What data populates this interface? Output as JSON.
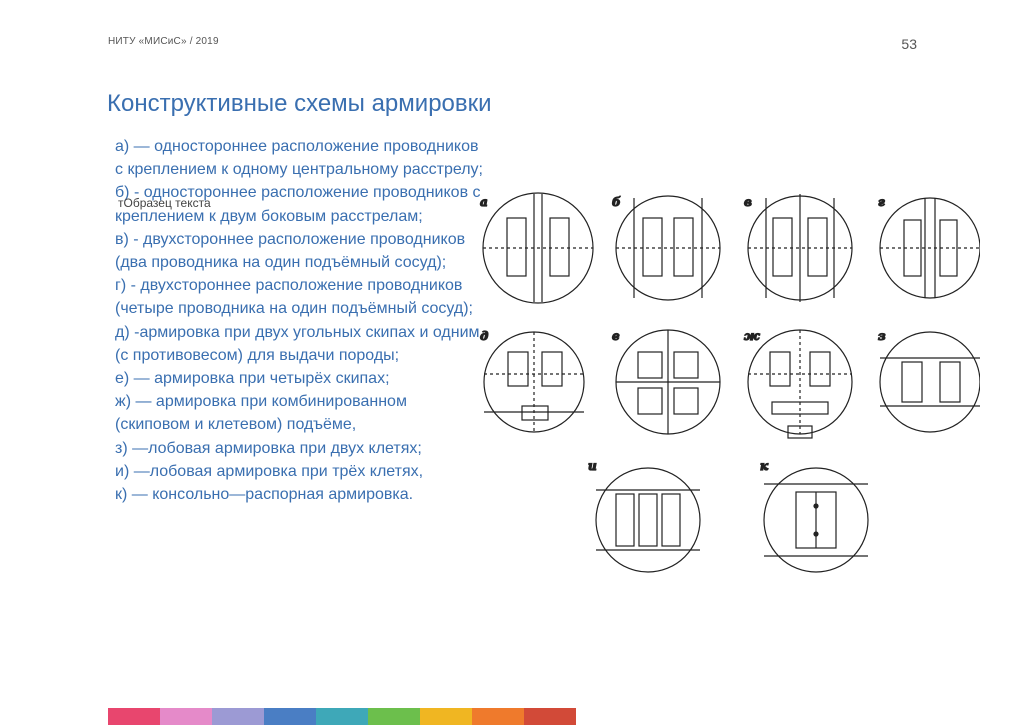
{
  "header": {
    "org": "НИТУ «МИСиС» / 2019",
    "page_number": "53"
  },
  "title": "Конструктивные схемы армировки",
  "placeholder": "тОбразец текста",
  "items": [
    "а) — одностороннее расположение проводников с креплением к одному центральному расстрелу;",
    "б) - одностороннее расположение проводников с креплением к двум боковым расстрелам;",
    "в) - двухстороннее расположение проводников (два проводника на один подъёмный сосуд);",
    "г) - двухстороннее расположение проводников (четыре проводника на один подъёмный сосуд);",
    "д) -армировка при двух угольных скипах и одним (с противовесом) для выдачи породы;",
    "е) — армировка при четырёх скипах;",
    "ж) — армировка при комбинированном (скиповом и клетевом) подъёме,",
    "з) —лобовая армировка при двух клетях;",
    "и) —лобовая армировка при трёх клетях,",
    "к) — консольно—распорная армировка."
  ],
  "schemes": {
    "labels": [
      "а",
      "б",
      "в",
      "г",
      "д",
      "е",
      "ж",
      "з",
      "и",
      "к"
    ]
  },
  "footer_colors": [
    "#e8466e",
    "#e58ac9",
    "#9c9ad4",
    "#4a7ec4",
    "#3ea8b8",
    "#6cbf4c",
    "#f0b622",
    "#ef7a2c",
    "#d24a38"
  ]
}
